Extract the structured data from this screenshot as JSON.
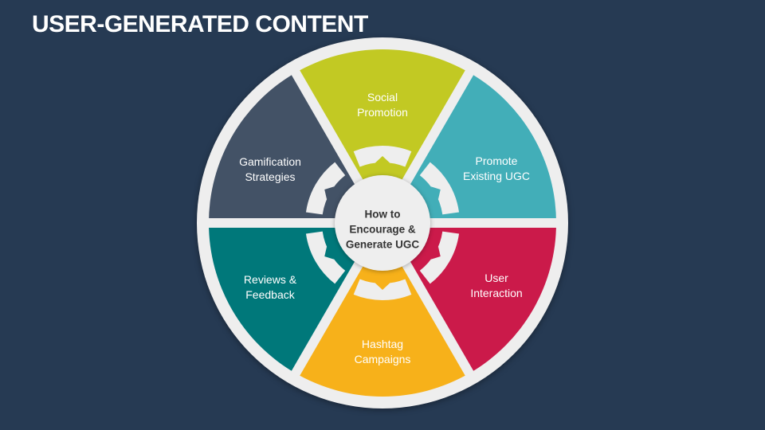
{
  "title": "USER-GENERATED CONTENT",
  "center": {
    "lines": [
      "How to",
      "Encourage &",
      "Generate UGC"
    ]
  },
  "segments": [
    {
      "label_lines": [
        "Social",
        "Promotion"
      ],
      "color": "#c2c923"
    },
    {
      "label_lines": [
        "Promote",
        "Existing UGC"
      ],
      "color": "#42aeb8"
    },
    {
      "label_lines": [
        "User",
        "Interaction"
      ],
      "color": "#cb1a4a"
    },
    {
      "label_lines": [
        "Hashtag",
        "Campaigns"
      ],
      "color": "#f7b11a"
    },
    {
      "label_lines": [
        "Reviews &",
        "Feedback"
      ],
      "color": "#00787a"
    },
    {
      "label_lines": [
        "Gamification",
        "Strategies"
      ],
      "color": "#435266"
    }
  ],
  "colors": {
    "background": "#263a53",
    "ring": "#eeeeee"
  }
}
